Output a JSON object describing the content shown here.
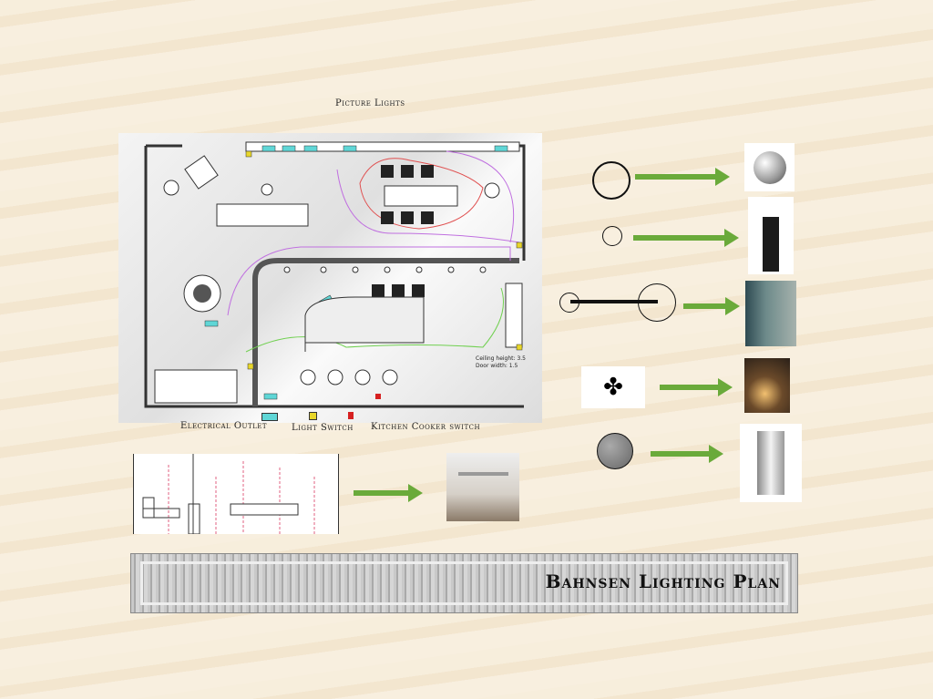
{
  "title": "Bahnsen Lighting Plan",
  "labels": {
    "picture_lights": "Picture Lights",
    "electrical_outlet": "Electrical Outlet",
    "light_switch": "Light Switch",
    "kitchen_cooker_switch": "Kitchen Cooker switch"
  },
  "notes": {
    "ceiling_height": "Ceiling height: 3.5",
    "door_width": "Door width: 1.5"
  },
  "legend": [
    {
      "symbol": "large-circle",
      "product": "mirror-globe-pendant"
    },
    {
      "symbol": "small-circle",
      "product": "black-cylinder-pendant"
    },
    {
      "symbol": "floor-lamp-arc",
      "product": "arc-floor-lamp"
    },
    {
      "symbol": "triple-lamp",
      "product": "table-lamp"
    },
    {
      "symbol": "grey-filled-circle",
      "product": "steel-cylinder-pendant"
    }
  ],
  "colors": {
    "arrow": "#6aaa3a",
    "outlet": "#5fd6d6",
    "switch": "#e8d62a",
    "cooker_switch": "#d62020"
  }
}
